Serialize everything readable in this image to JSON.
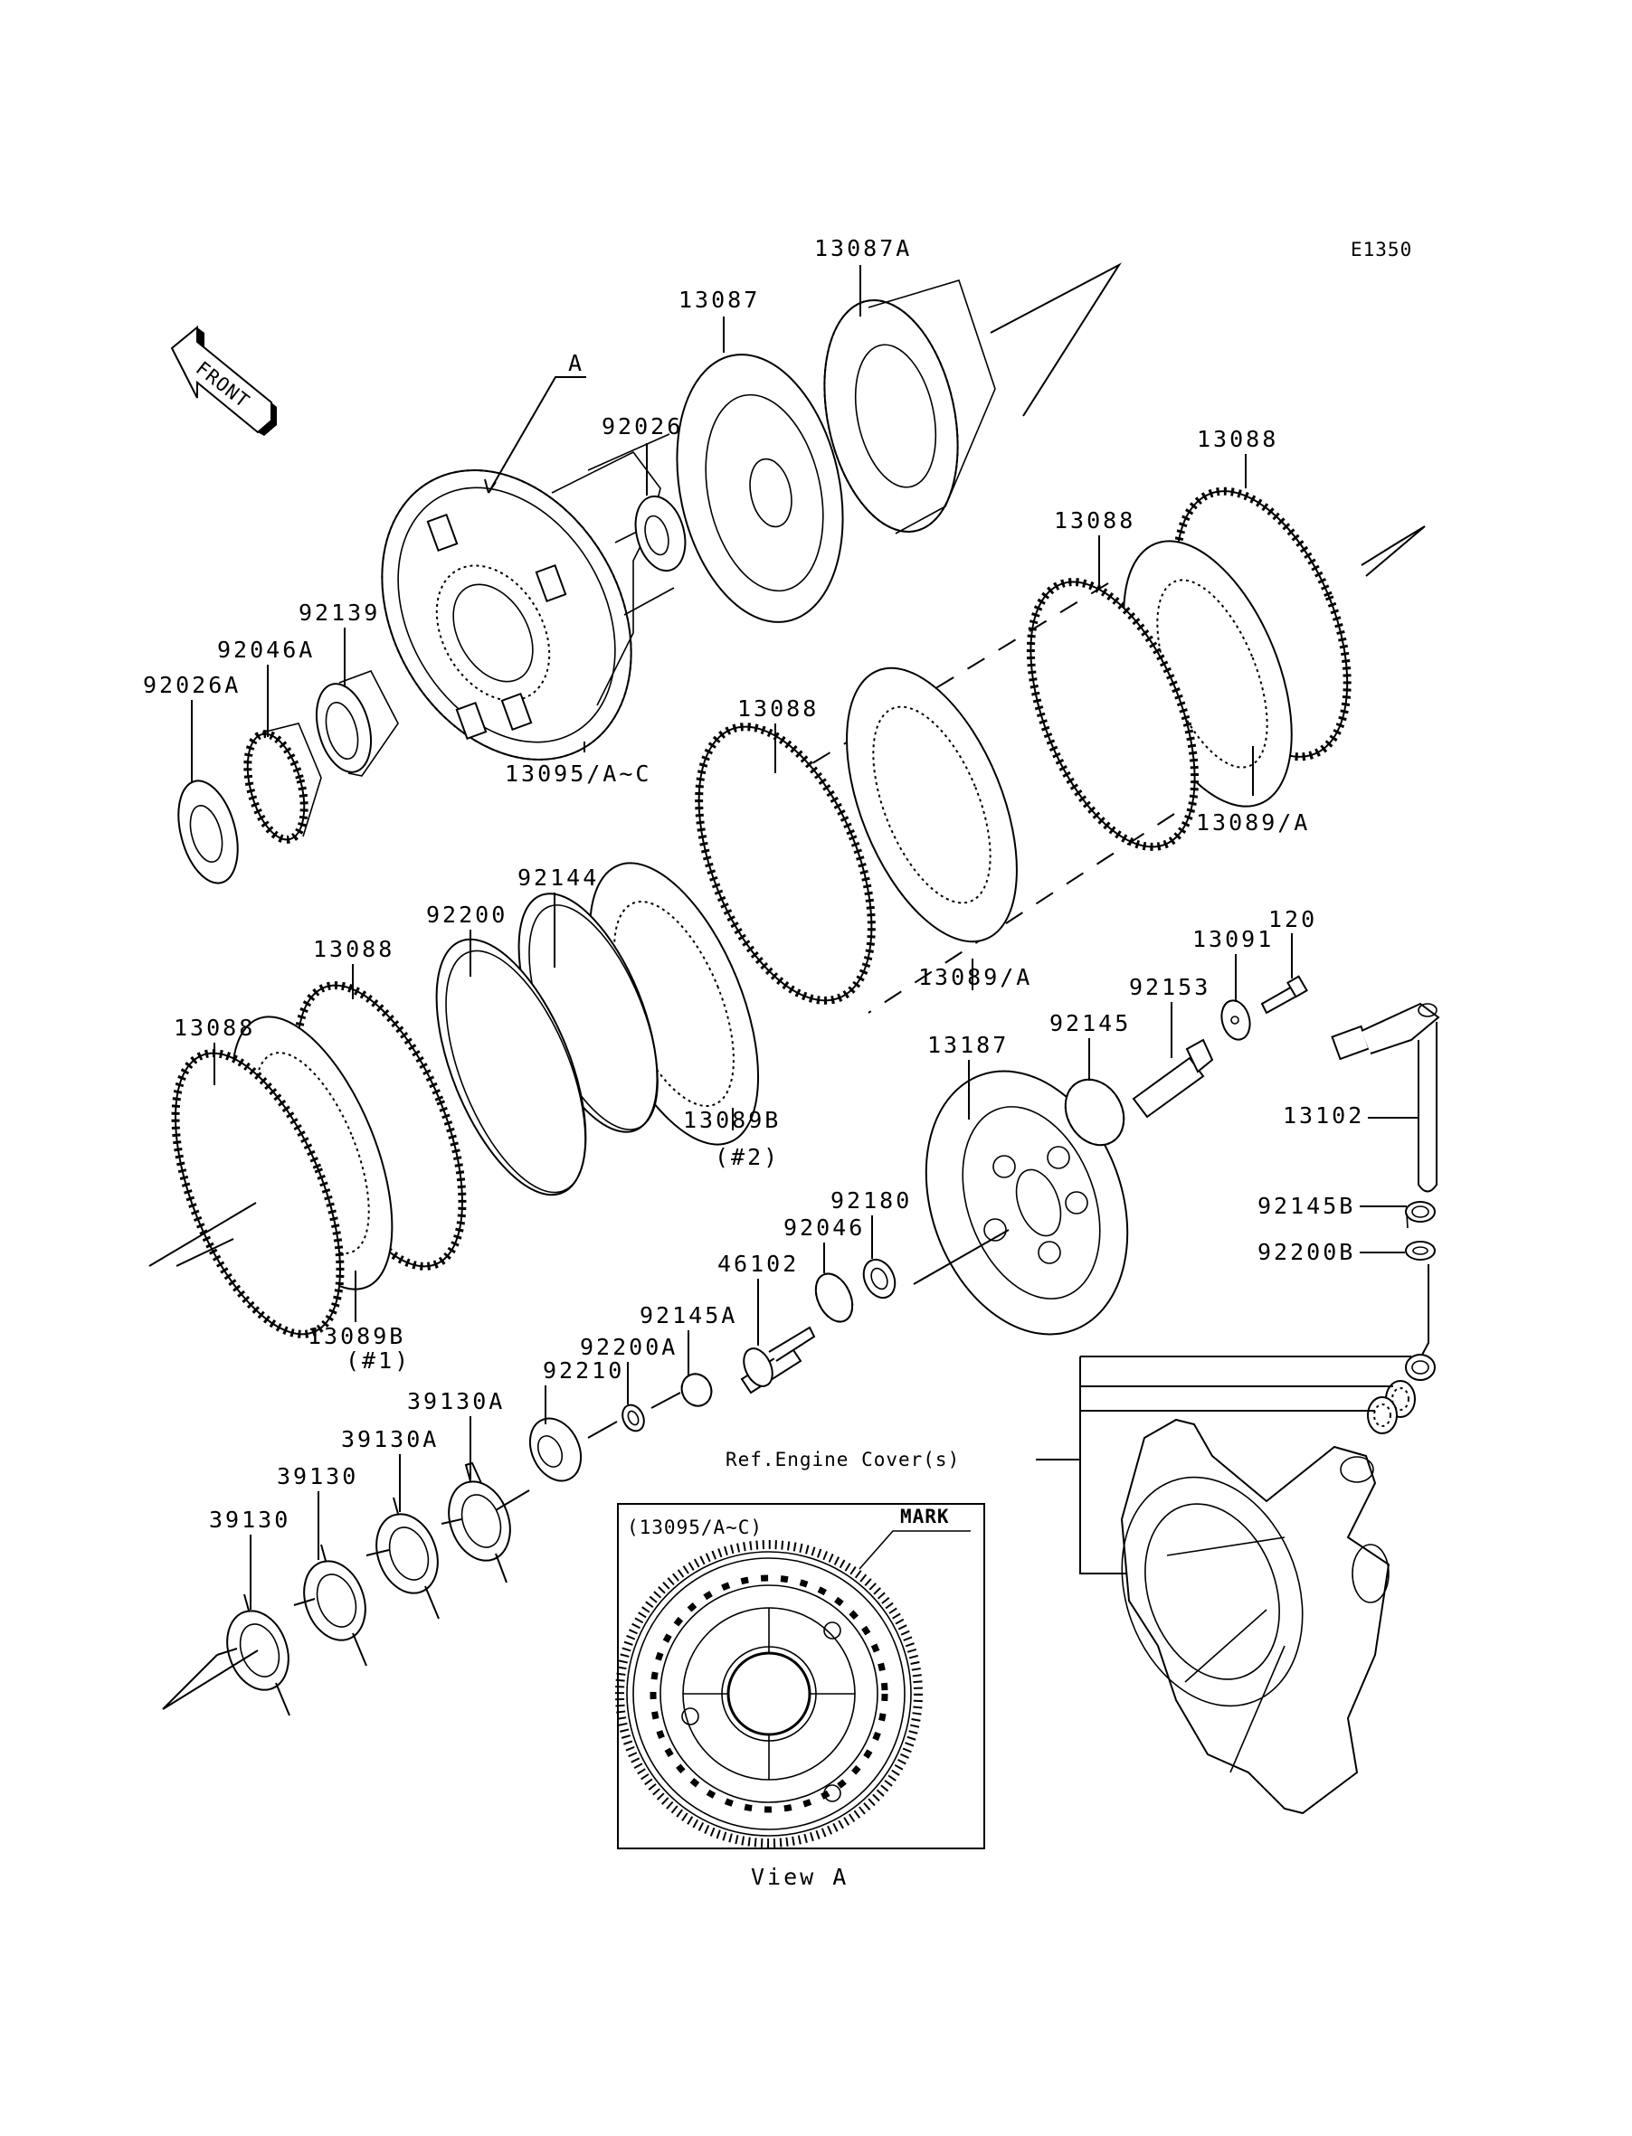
{
  "diagram": {
    "code": "E1350",
    "front_arrow_text": "FRONT",
    "view_ref_letter": "A",
    "reference_note": "Ref.Engine Cover(s)",
    "inset": {
      "title": "(13095/A~C)",
      "mark_label": "MARK",
      "caption": "View A"
    },
    "parts": [
      {
        "id": "13087A",
        "label": "13087A"
      },
      {
        "id": "13087",
        "label": "13087"
      },
      {
        "id": "92026",
        "label": "92026"
      },
      {
        "id": "13088-a",
        "label": "13088"
      },
      {
        "id": "13088-b",
        "label": "13088"
      },
      {
        "id": "92139",
        "label": "92139"
      },
      {
        "id": "92046A",
        "label": "92046A"
      },
      {
        "id": "92026A",
        "label": "92026A"
      },
      {
        "id": "13088-c",
        "label": "13088"
      },
      {
        "id": "13095",
        "label": "13095/A~C"
      },
      {
        "id": "13089A-a",
        "label": "13089/A"
      },
      {
        "id": "92144",
        "label": "92144"
      },
      {
        "id": "92200",
        "label": "92200"
      },
      {
        "id": "13088-d",
        "label": "13088"
      },
      {
        "id": "120",
        "label": "120"
      },
      {
        "id": "13091",
        "label": "13091"
      },
      {
        "id": "13089A-b",
        "label": "13089/A"
      },
      {
        "id": "92153",
        "label": "92153"
      },
      {
        "id": "92145",
        "label": "92145"
      },
      {
        "id": "13088-e",
        "label": "13088"
      },
      {
        "id": "13187",
        "label": "13187"
      },
      {
        "id": "13102",
        "label": "13102"
      },
      {
        "id": "13089B-2",
        "label": "13089B",
        "note": "(#2)"
      },
      {
        "id": "92180",
        "label": "92180"
      },
      {
        "id": "92145B",
        "label": "92145B"
      },
      {
        "id": "92046",
        "label": "92046"
      },
      {
        "id": "92200B",
        "label": "92200B"
      },
      {
        "id": "46102",
        "label": "46102"
      },
      {
        "id": "13089B-1",
        "label": "13089B",
        "note": "(#1)"
      },
      {
        "id": "92145A",
        "label": "92145A"
      },
      {
        "id": "92200A",
        "label": "92200A"
      },
      {
        "id": "92210",
        "label": "92210"
      },
      {
        "id": "39130A-a",
        "label": "39130A"
      },
      {
        "id": "39130A-b",
        "label": "39130A"
      },
      {
        "id": "39130-a",
        "label": "39130"
      },
      {
        "id": "39130-b",
        "label": "39130"
      }
    ]
  }
}
